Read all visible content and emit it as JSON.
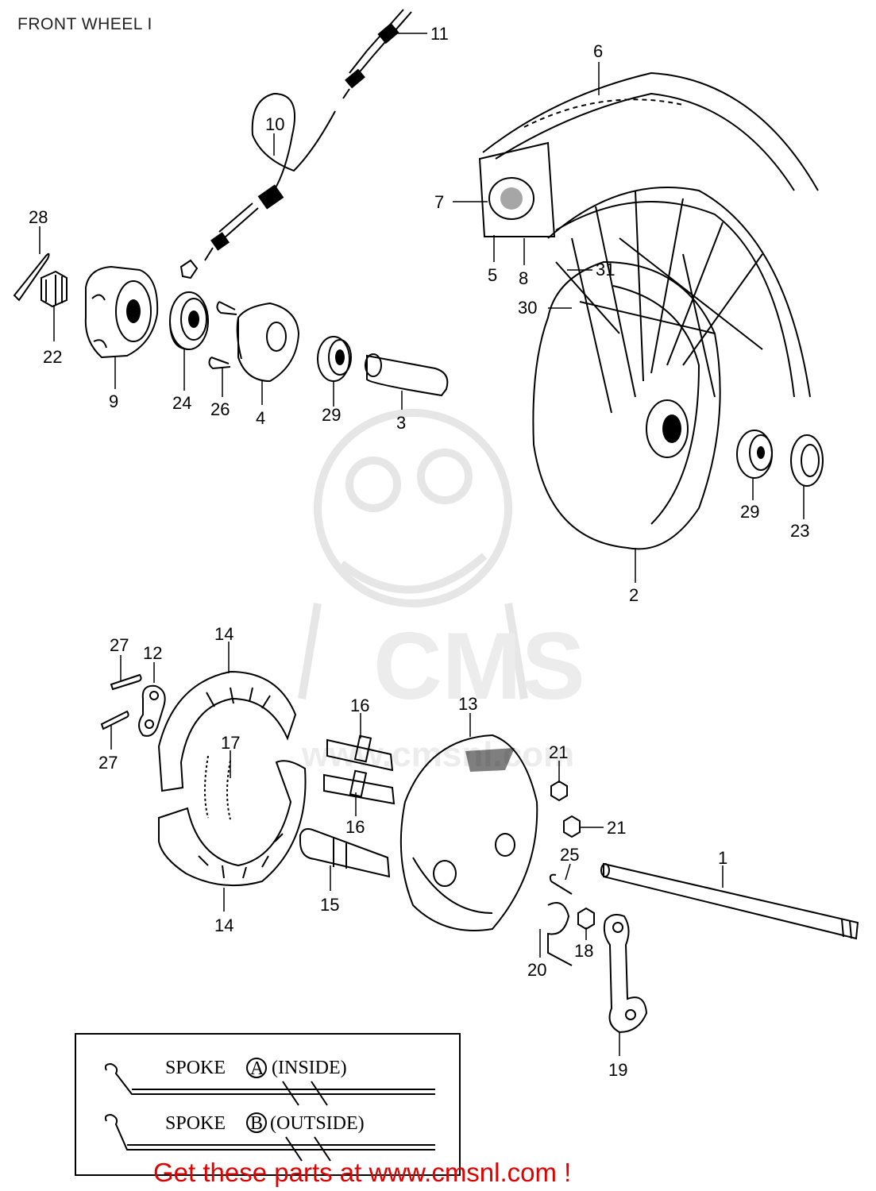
{
  "title": "FRONT WHEEL I",
  "watermark": {
    "logo": "CMS",
    "url": "www.cmsnl.com"
  },
  "parts": [
    {
      "num": "1"
    },
    {
      "num": "2"
    },
    {
      "num": "3"
    },
    {
      "num": "4"
    },
    {
      "num": "5"
    },
    {
      "num": "6"
    },
    {
      "num": "7"
    },
    {
      "num": "8"
    },
    {
      "num": "9"
    },
    {
      "num": "10"
    },
    {
      "num": "11"
    },
    {
      "num": "12"
    },
    {
      "num": "13"
    },
    {
      "num": "14"
    },
    {
      "num": "14"
    },
    {
      "num": "15"
    },
    {
      "num": "16"
    },
    {
      "num": "16"
    },
    {
      "num": "17"
    },
    {
      "num": "18"
    },
    {
      "num": "19"
    },
    {
      "num": "20"
    },
    {
      "num": "21"
    },
    {
      "num": "21"
    },
    {
      "num": "22"
    },
    {
      "num": "23"
    },
    {
      "num": "24"
    },
    {
      "num": "25"
    },
    {
      "num": "26"
    },
    {
      "num": "27"
    },
    {
      "num": "27"
    },
    {
      "num": "28"
    },
    {
      "num": "29"
    },
    {
      "num": "29"
    },
    {
      "num": "30"
    },
    {
      "num": "31"
    }
  ],
  "legend": {
    "spoke_a": {
      "prefix": "SPOKE",
      "letter": "A",
      "position": "(INSIDE)"
    },
    "spoke_b": {
      "prefix": "SPOKE",
      "letter": "B",
      "position": "(OUTSIDE)"
    }
  },
  "footer": "Get these parts at www.cmsnl.com !"
}
